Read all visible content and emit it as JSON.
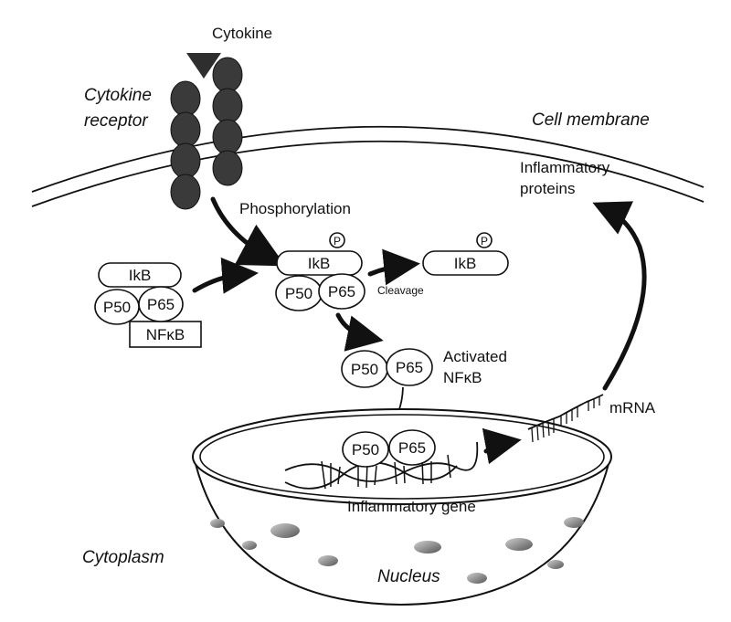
{
  "labels": {
    "cytokine": "Cytokine",
    "cytokine_receptor_line1": "Cytokine",
    "cytokine_receptor_line2": "receptor",
    "cell_membrane": "Cell membrane",
    "phosphorylation": "Phosphorylation",
    "inflammatory_proteins_line1": "Inflammatory",
    "inflammatory_proteins_line2": "proteins",
    "cleavage": "Cleavage",
    "activated_line1": "Activated",
    "activated_line2": "NFκB",
    "mrna": "mRNA",
    "inflammatory_gene": "Inflammatory gene",
    "cytoplasm": "Cytoplasm",
    "nucleus": "Nucleus"
  },
  "molecules": {
    "ikb": "IkB",
    "p50": "P50",
    "p65": "P65",
    "nfkb": "NFκB",
    "phosphate": "P"
  },
  "colors": {
    "ink": "#111111",
    "receptor": "#3a3a3a",
    "nucleus_spots": "#8a8a8a"
  }
}
